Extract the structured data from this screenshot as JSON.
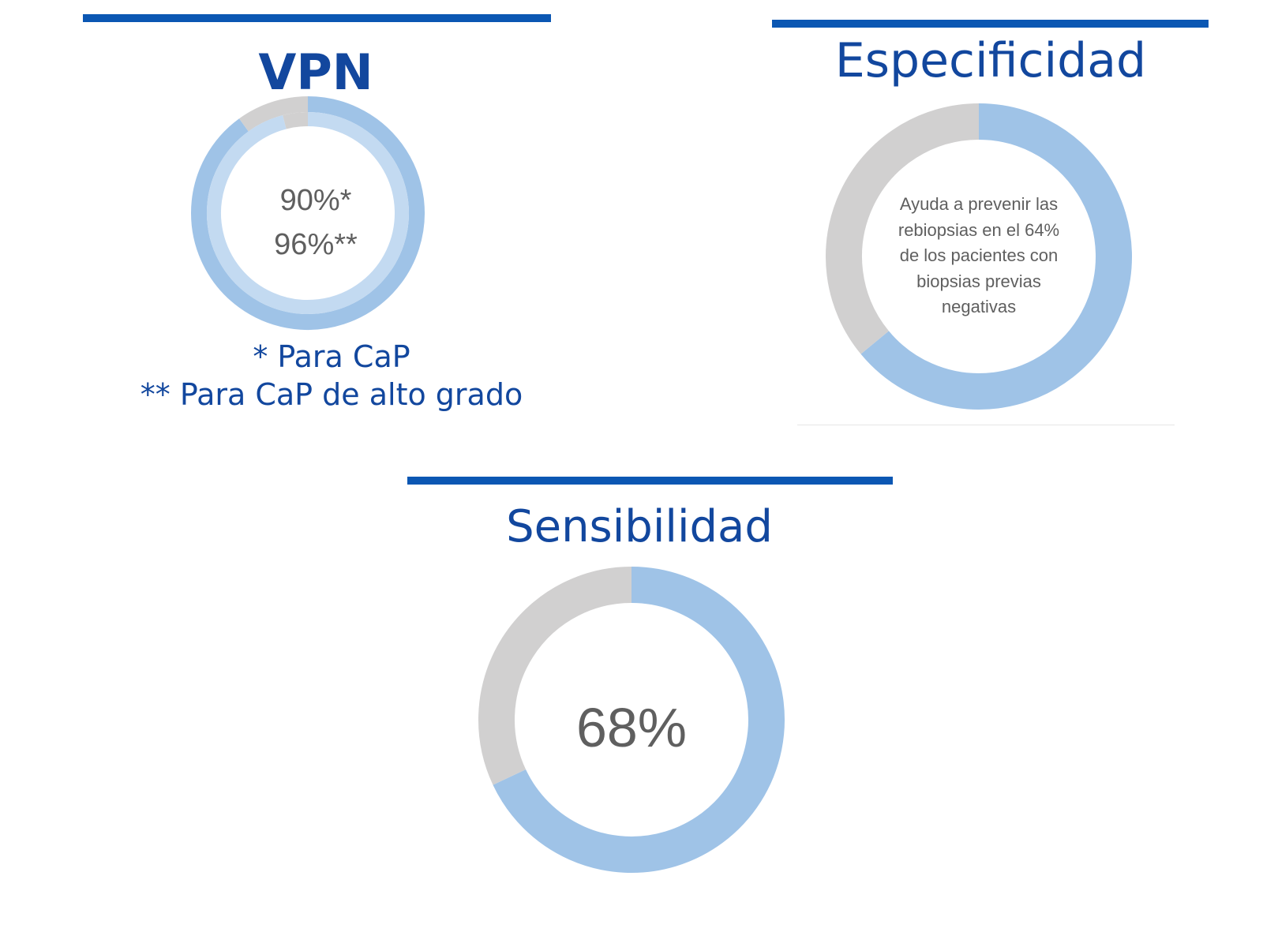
{
  "colors": {
    "accent_bar": "#0b57b3",
    "title": "#12479e",
    "blue_ring": "#9fc3e7",
    "blue_ring_light": "#c3daf1",
    "gray_ring": "#d1d0d0",
    "value_text": "#5f5f5f"
  },
  "vpn": {
    "title": "VPN",
    "value_line1": "90%*",
    "value_line2": "96%**",
    "footnote_line1": "* Para CaP",
    "footnote_line2": "** Para CaP de alto grado"
  },
  "especificidad": {
    "title": "Especificidad",
    "description": [
      "Ayuda a prevenir las",
      "rebiopsias en el 64%",
      "de los pacientes con",
      "biopsias previas",
      "negativas"
    ]
  },
  "sensibilidad": {
    "title": "Sensibilidad",
    "value_label": "68%"
  },
  "chart_data": [
    {
      "type": "pie",
      "title": "VPN",
      "series": [
        {
          "name": "*",
          "values": [
            90,
            10
          ]
        },
        {
          "name": "**",
          "values": [
            96,
            4
          ]
        }
      ]
    },
    {
      "type": "pie",
      "title": "Especificidad",
      "values": [
        64,
        36
      ]
    },
    {
      "type": "pie",
      "title": "Sensibilidad",
      "values": [
        68,
        32
      ]
    }
  ]
}
